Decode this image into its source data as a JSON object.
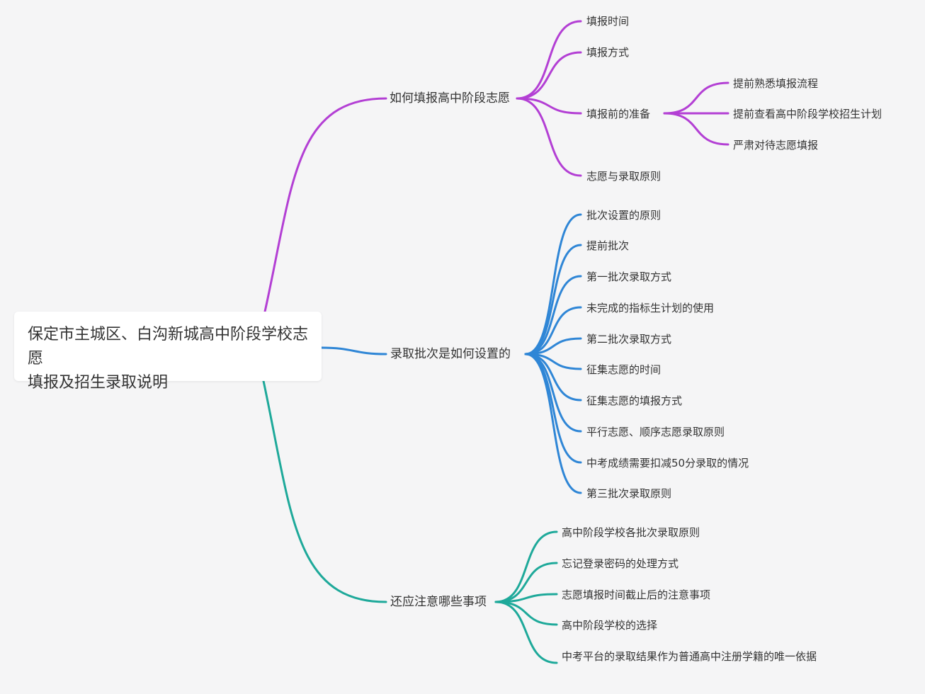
{
  "colors": {
    "branch1": "#b33fd4",
    "branch2": "#2f86d6",
    "branch3": "#1ea99a",
    "text": "#333333",
    "background": "#f5f5f6"
  },
  "root": {
    "title_line1": "保定市主城区、白沟新城高中阶段学校志愿",
    "title_line2": "填报及招生录取说明"
  },
  "branches": [
    {
      "label": "如何填报高中阶段志愿",
      "children": [
        {
          "label": "填报时间"
        },
        {
          "label": "填报方式"
        },
        {
          "label": "填报前的准备",
          "children": [
            {
              "label": "提前熟悉填报流程"
            },
            {
              "label": "提前查看高中阶段学校招生计划"
            },
            {
              "label": "严肃对待志愿填报"
            }
          ]
        },
        {
          "label": "志愿与录取原则"
        }
      ]
    },
    {
      "label": "录取批次是如何设置的",
      "children": [
        {
          "label": "批次设置的原则"
        },
        {
          "label": "提前批次"
        },
        {
          "label": "第一批次录取方式"
        },
        {
          "label": "未完成的指标生计划的使用"
        },
        {
          "label": "第二批次录取方式"
        },
        {
          "label": "征集志愿的时间"
        },
        {
          "label": "征集志愿的填报方式"
        },
        {
          "label": "平行志愿、顺序志愿录取原则"
        },
        {
          "label": "中考成绩需要扣减50分录取的情况"
        },
        {
          "label": "第三批次录取原则"
        }
      ]
    },
    {
      "label": "还应注意哪些事项",
      "children": [
        {
          "label": "高中阶段学校各批次录取原则"
        },
        {
          "label": "忘记登录密码的处理方式"
        },
        {
          "label": "志愿填报时间截止后的注意事项"
        },
        {
          "label": "高中阶段学校的选择"
        },
        {
          "label": "中考平台的录取结果作为普通高中注册学籍的唯一依据"
        }
      ]
    }
  ]
}
